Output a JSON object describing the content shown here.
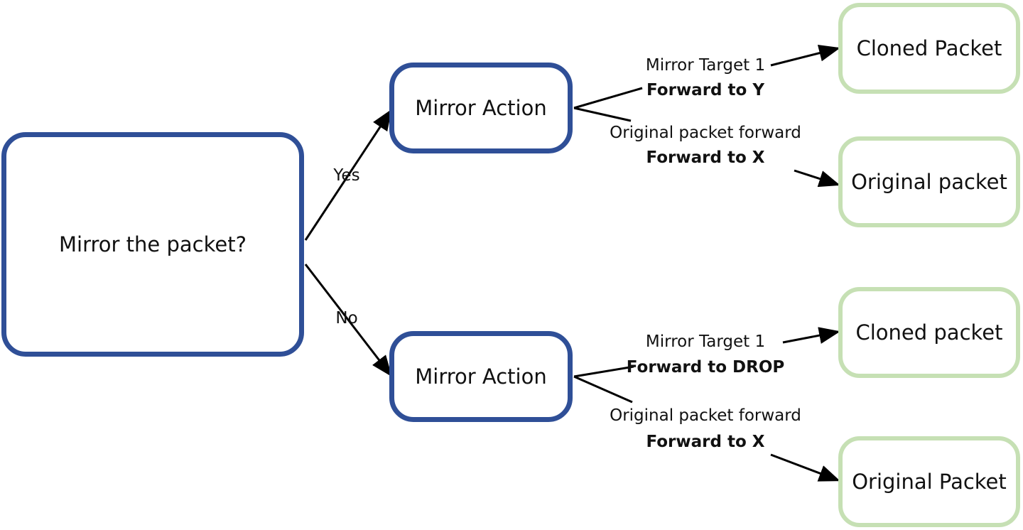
{
  "nodes": {
    "decision": "Mirror the packet?",
    "action_top": "Mirror Action",
    "action_bottom": "Mirror Action",
    "cloned_top": "Cloned Packet",
    "original_top": "Original packet",
    "cloned_bottom": "Cloned packet",
    "original_bottom": "Original Packet"
  },
  "edges": {
    "yes": "Yes",
    "no": "No",
    "top_mirror": {
      "label": "Mirror Target 1",
      "action": "Forward to Y"
    },
    "top_original": {
      "label": "Original packet forward",
      "action": "Forward to X"
    },
    "bottom_mirror": {
      "label": "Mirror Target 1",
      "action": "Forward to DROP"
    },
    "bottom_original": {
      "label": "Original packet forward",
      "action": "Forward to X"
    }
  },
  "colors": {
    "decision_border": "#2f4f97",
    "result_border": "#c6e0b4",
    "arrow": "#000000"
  }
}
